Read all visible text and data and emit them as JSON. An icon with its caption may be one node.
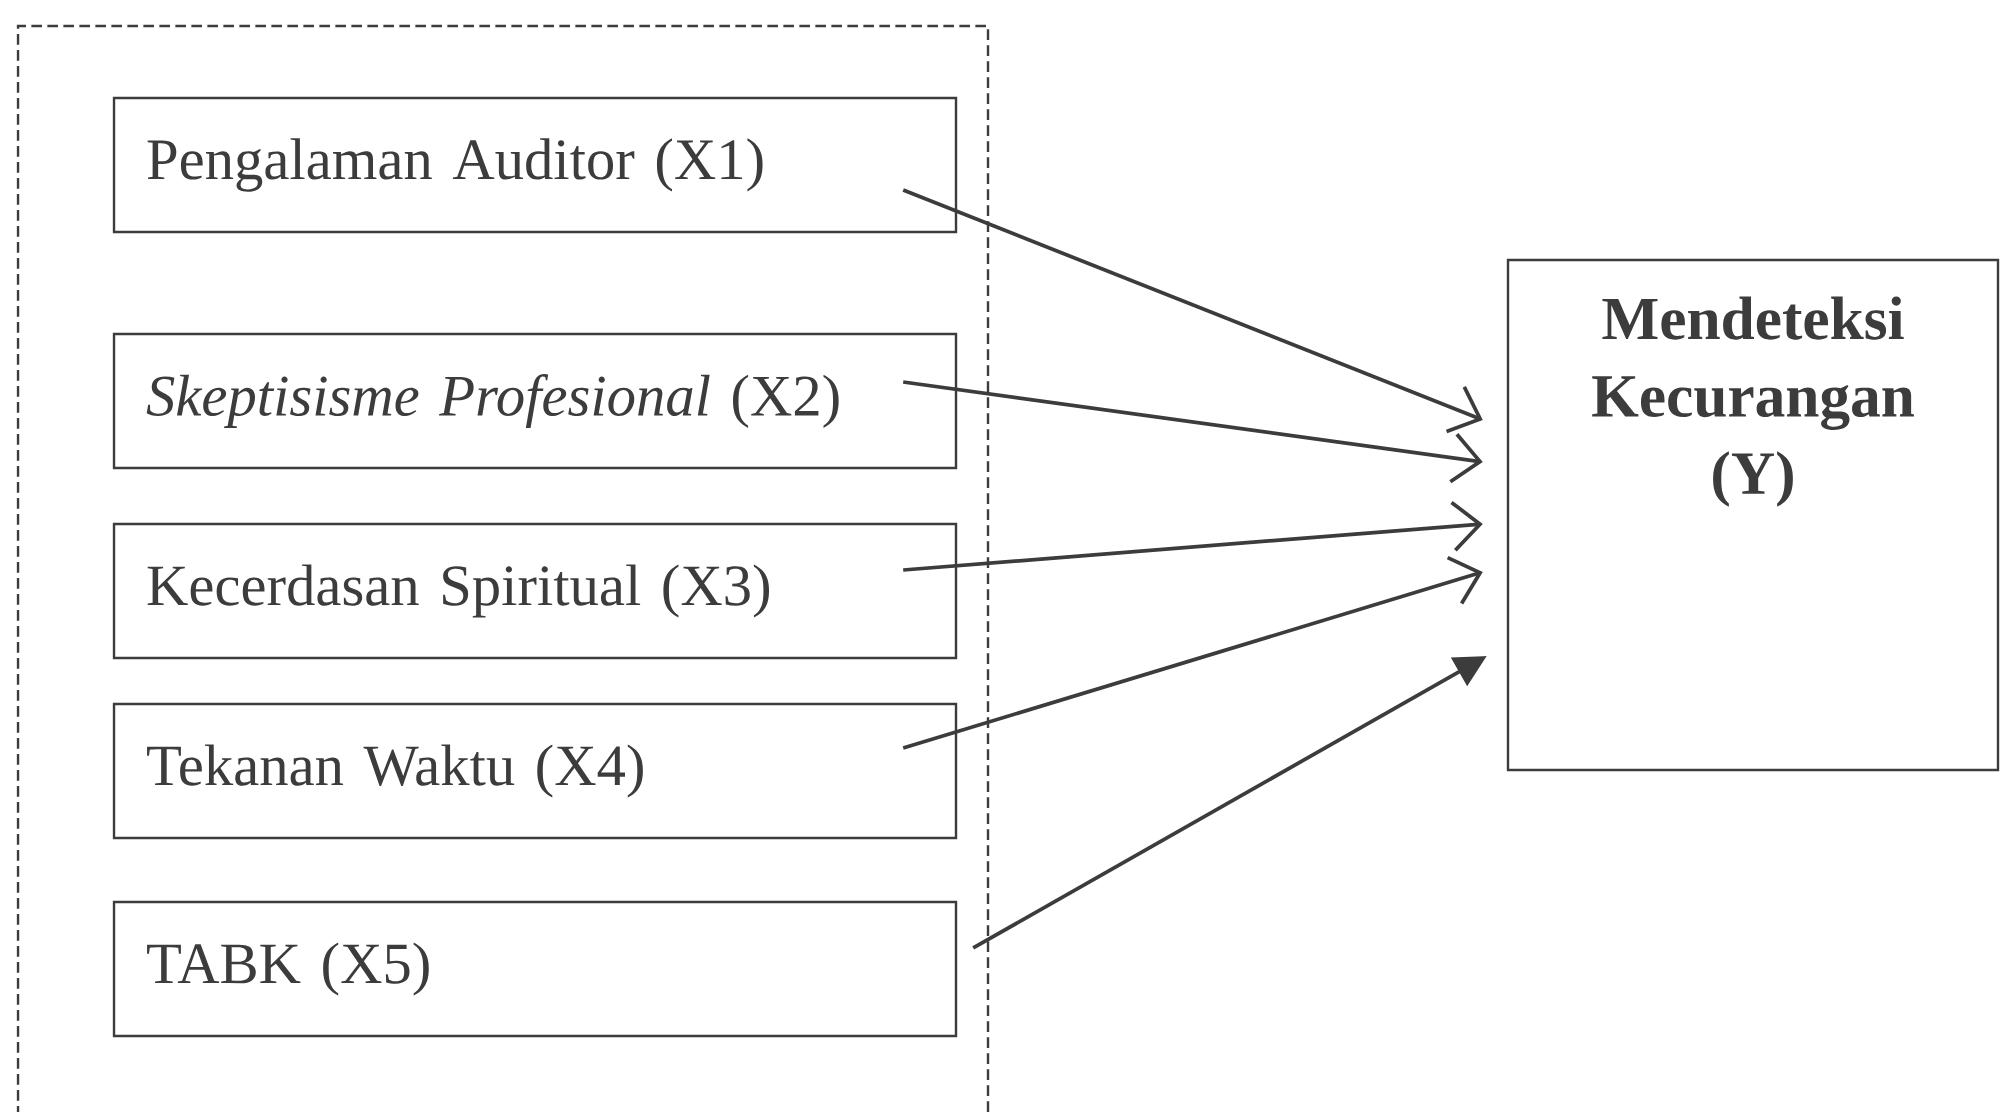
{
  "diagram": {
    "nodes": [
      {
        "text": [],
        "shape": "box"
      },
      {
        "text": [
          "Pengalaman Auditor (X1)"
        ],
        "in": 0
      },
      {
        "text": [
          "*Skeptisisme Profesional* (X2)"
        ],
        "in": 0
      },
      {
        "text": [
          "Kecerdasan Spiritual (X3)"
        ],
        "in": 0
      },
      {
        "text": [
          "Tekanan Waktu  (X4)"
        ],
        "in": 0
      },
      {
        "text": [
          "TABK (X5)"
        ],
        "in": 0
      },
      {
        "text": [
          "Mendeteksi Kecurangan (Y)"
        ]
      }
    ],
    "edges": [
      {
        "from": 1,
        "to": 6,
        "arrow": "to"
      },
      {
        "from": 2,
        "to": 6,
        "arrow": "to"
      },
      {
        "from": 3,
        "to": 6,
        "arrow": "to"
      },
      {
        "from": 4,
        "to": 6,
        "arrow": "to"
      },
      {
        "from": 5,
        "to": 6,
        "arrow": "to"
      }
    ]
  }
}
